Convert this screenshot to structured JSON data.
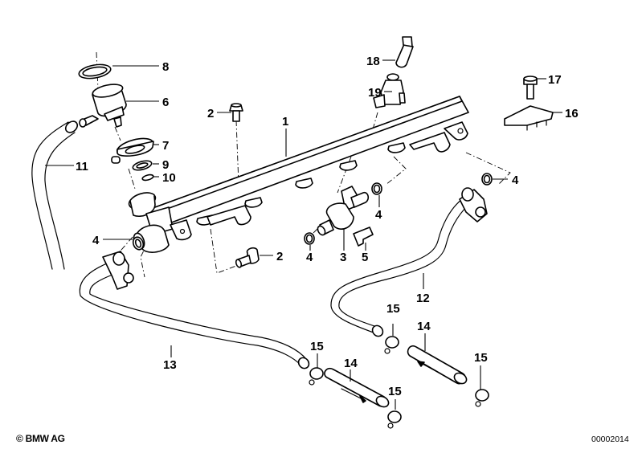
{
  "diagram": {
    "type": "exploded parts diagram",
    "subject": "fuel injection rail assembly",
    "callouts": {
      "c1": "1",
      "c2a": "2",
      "c2b": "2",
      "c3": "3",
      "c4a": "4",
      "c4b": "4",
      "c4c": "4",
      "c4d": "4",
      "c5": "5",
      "c6": "6",
      "c7": "7",
      "c8": "8",
      "c9": "9",
      "c10": "10",
      "c11": "11",
      "c12": "12",
      "c13": "13",
      "c14a": "14",
      "c14b": "14",
      "c15a": "15",
      "c15b": "15",
      "c15c": "15",
      "c15d": "15",
      "c16": "16",
      "c17": "17",
      "c18": "18",
      "c19": "19"
    }
  },
  "footer": {
    "copyright": "© BMW AG",
    "drawing_number": "00002014"
  }
}
